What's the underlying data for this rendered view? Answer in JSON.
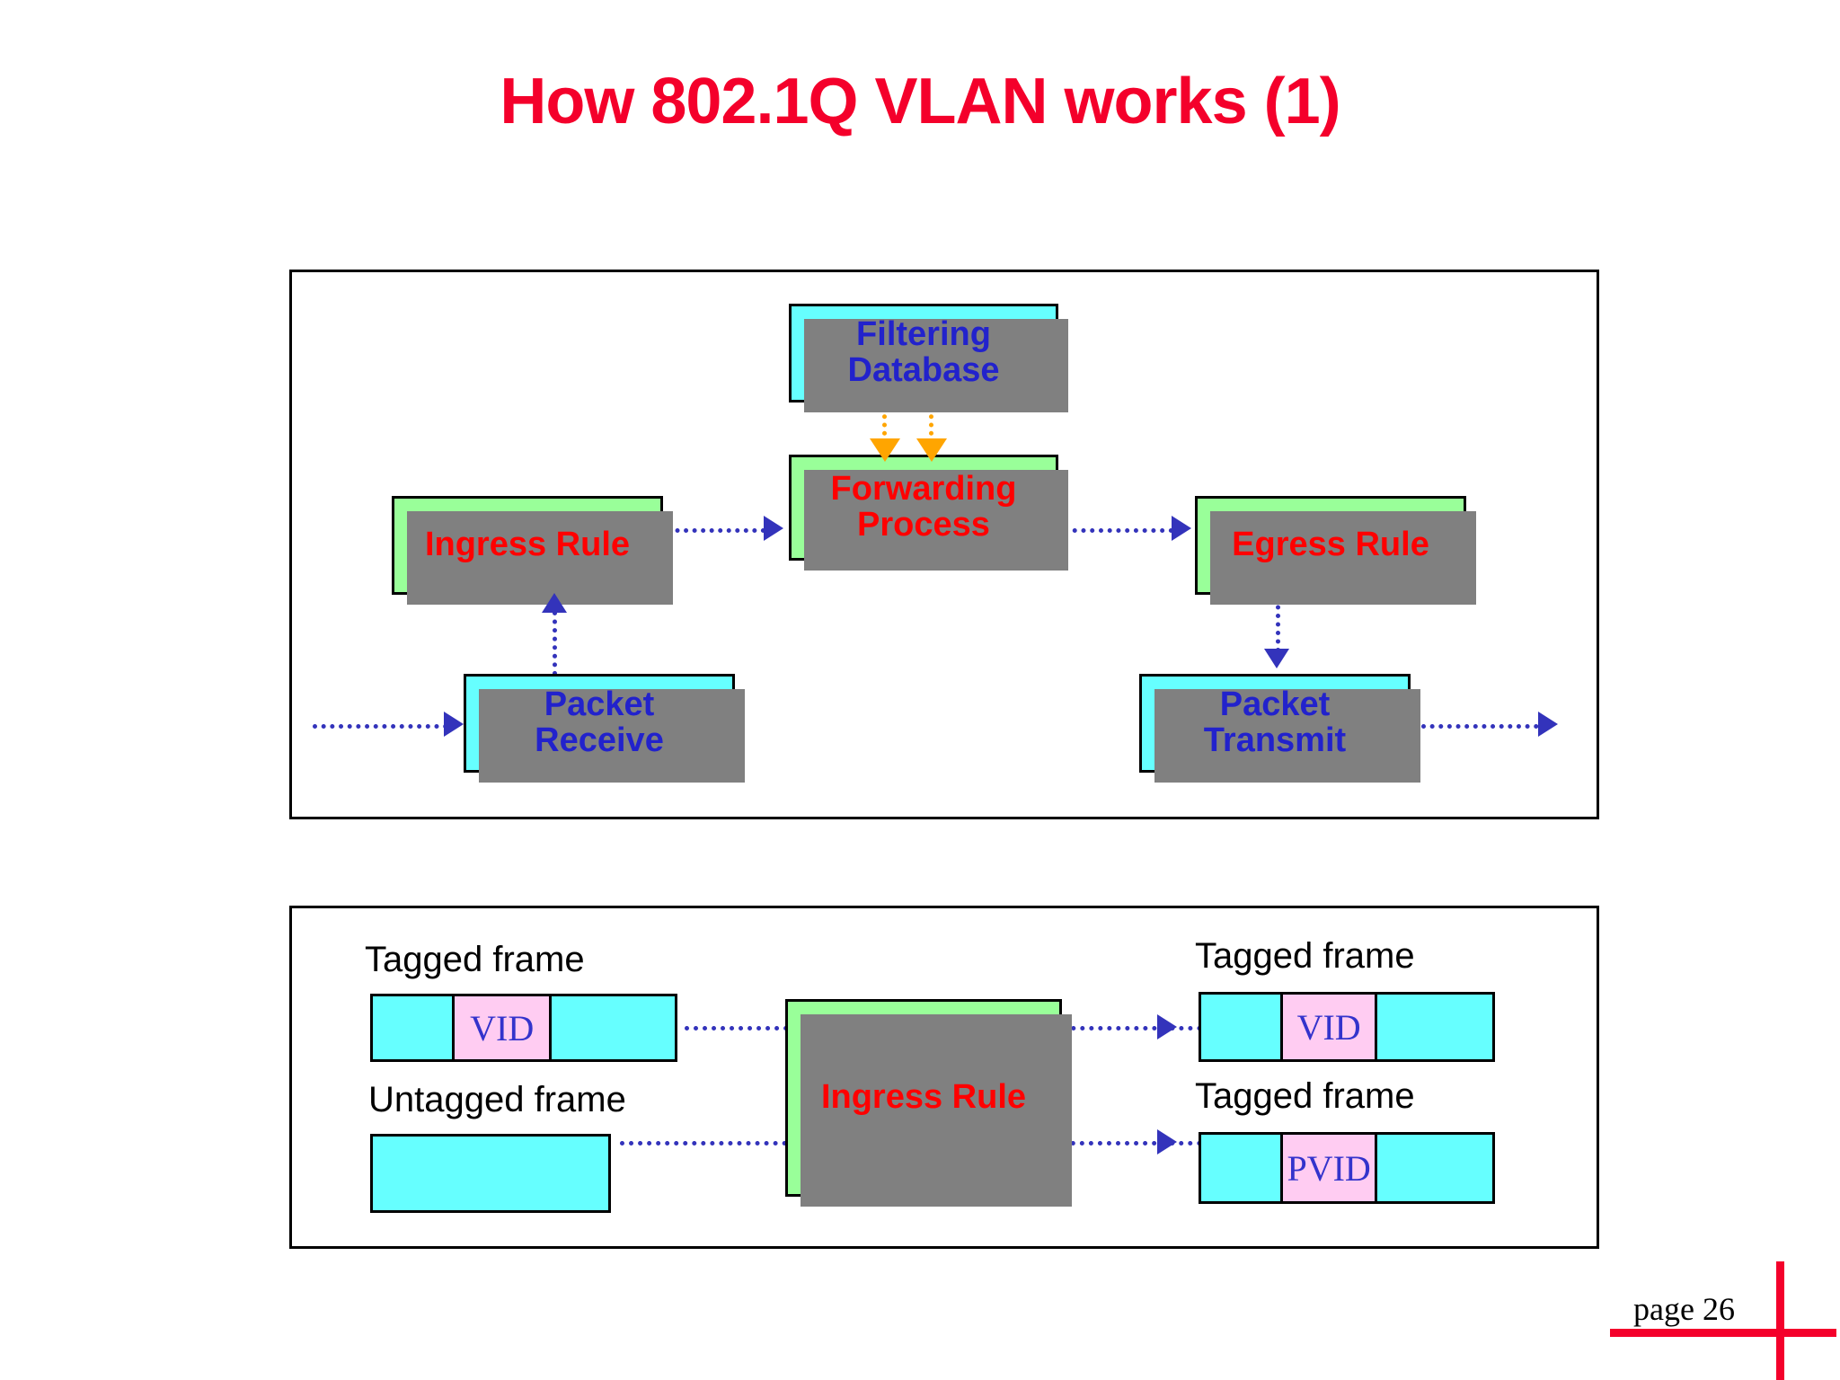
{
  "slide": {
    "title": "How 802.1Q VLAN works (1)",
    "title_color": "#f4002b",
    "page_label": "page 26"
  },
  "colors": {
    "cyan_box": "#66ffff",
    "green_box": "#99ff99",
    "pink_segment": "#ffccf2",
    "blue_text": "#2222cc",
    "red_text": "#ff0000",
    "blue_arrow": "#3333bb",
    "orange_arrow": "#ffa500",
    "shadow": "#808080",
    "accent_red": "#f4002b"
  },
  "top_diagram": {
    "boxes": [
      {
        "id": "filtering-database",
        "label": "Filtering\nDatabase",
        "line1": "Filtering",
        "line2": "Database",
        "fill": "cyan",
        "text_color": "blue"
      },
      {
        "id": "forwarding-process",
        "label": "Forwarding\nProcess",
        "line1": "Forwarding",
        "line2": "Process",
        "fill": "green",
        "text_color": "red"
      },
      {
        "id": "ingress-rule",
        "label": "Ingress Rule",
        "fill": "green",
        "text_color": "red"
      },
      {
        "id": "egress-rule",
        "label": "Egress Rule",
        "fill": "green",
        "text_color": "red"
      },
      {
        "id": "packet-receive",
        "label": "Packet\nReceive",
        "line1": "Packet",
        "line2": "Receive",
        "fill": "cyan",
        "text_color": "blue"
      },
      {
        "id": "packet-transmit",
        "label": "Packet\nTransmit",
        "line1": "Packet",
        "line2": "Transmit",
        "fill": "cyan",
        "text_color": "blue"
      }
    ],
    "connectors": [
      {
        "from": "external-in",
        "to": "packet-receive",
        "style": "dotted",
        "color": "blue",
        "direction": "right"
      },
      {
        "from": "packet-receive",
        "to": "ingress-rule",
        "style": "dotted",
        "color": "blue",
        "direction": "up"
      },
      {
        "from": "ingress-rule",
        "to": "forwarding-process",
        "style": "dotted",
        "color": "blue",
        "direction": "right"
      },
      {
        "from": "forwarding-process",
        "to": "egress-rule",
        "style": "dotted",
        "color": "blue",
        "direction": "right"
      },
      {
        "from": "filtering-database",
        "to": "forwarding-process",
        "style": "dotted",
        "color": "orange",
        "direction": "down",
        "count": 2
      },
      {
        "from": "egress-rule",
        "to": "packet-transmit",
        "style": "dotted",
        "color": "blue",
        "direction": "down"
      },
      {
        "from": "packet-transmit",
        "to": "external-out",
        "style": "dotted",
        "color": "blue",
        "direction": "right"
      }
    ]
  },
  "bottom_diagram": {
    "process_box": {
      "id": "ingress-rule",
      "label": "Ingress Rule",
      "fill": "green",
      "text_color": "red"
    },
    "inputs": [
      {
        "id": "tagged-frame-in",
        "label": "Tagged frame",
        "segments": [
          {
            "text": "",
            "fill": "cyan",
            "flex": 1.0
          },
          {
            "text": "VID",
            "fill": "pink",
            "flex": 1.18
          },
          {
            "text": "",
            "fill": "cyan",
            "flex": 1.55
          }
        ]
      },
      {
        "id": "untagged-frame-in",
        "label": "Untagged frame",
        "segments": [
          {
            "text": "",
            "fill": "cyan",
            "flex": 1.0
          }
        ]
      }
    ],
    "outputs": [
      {
        "id": "tagged-frame-out-1",
        "label": "Tagged frame",
        "segments": [
          {
            "text": "",
            "fill": "cyan",
            "flex": 1.0
          },
          {
            "text": "VID",
            "fill": "pink",
            "flex": 1.15
          },
          {
            "text": "",
            "fill": "cyan",
            "flex": 1.45
          }
        ]
      },
      {
        "id": "tagged-frame-out-2",
        "label": "Tagged frame",
        "segments": [
          {
            "text": "",
            "fill": "cyan",
            "flex": 1.0
          },
          {
            "text": "PVID",
            "fill": "pink",
            "flex": 1.15
          },
          {
            "text": "",
            "fill": "cyan",
            "flex": 1.45
          }
        ]
      }
    ],
    "connectors": [
      {
        "from": "tagged-frame-in",
        "to": "tagged-frame-out-1",
        "style": "dotted",
        "color": "blue",
        "direction": "right"
      },
      {
        "from": "untagged-frame-in",
        "to": "tagged-frame-out-2",
        "style": "dotted",
        "color": "blue",
        "direction": "right"
      }
    ]
  }
}
